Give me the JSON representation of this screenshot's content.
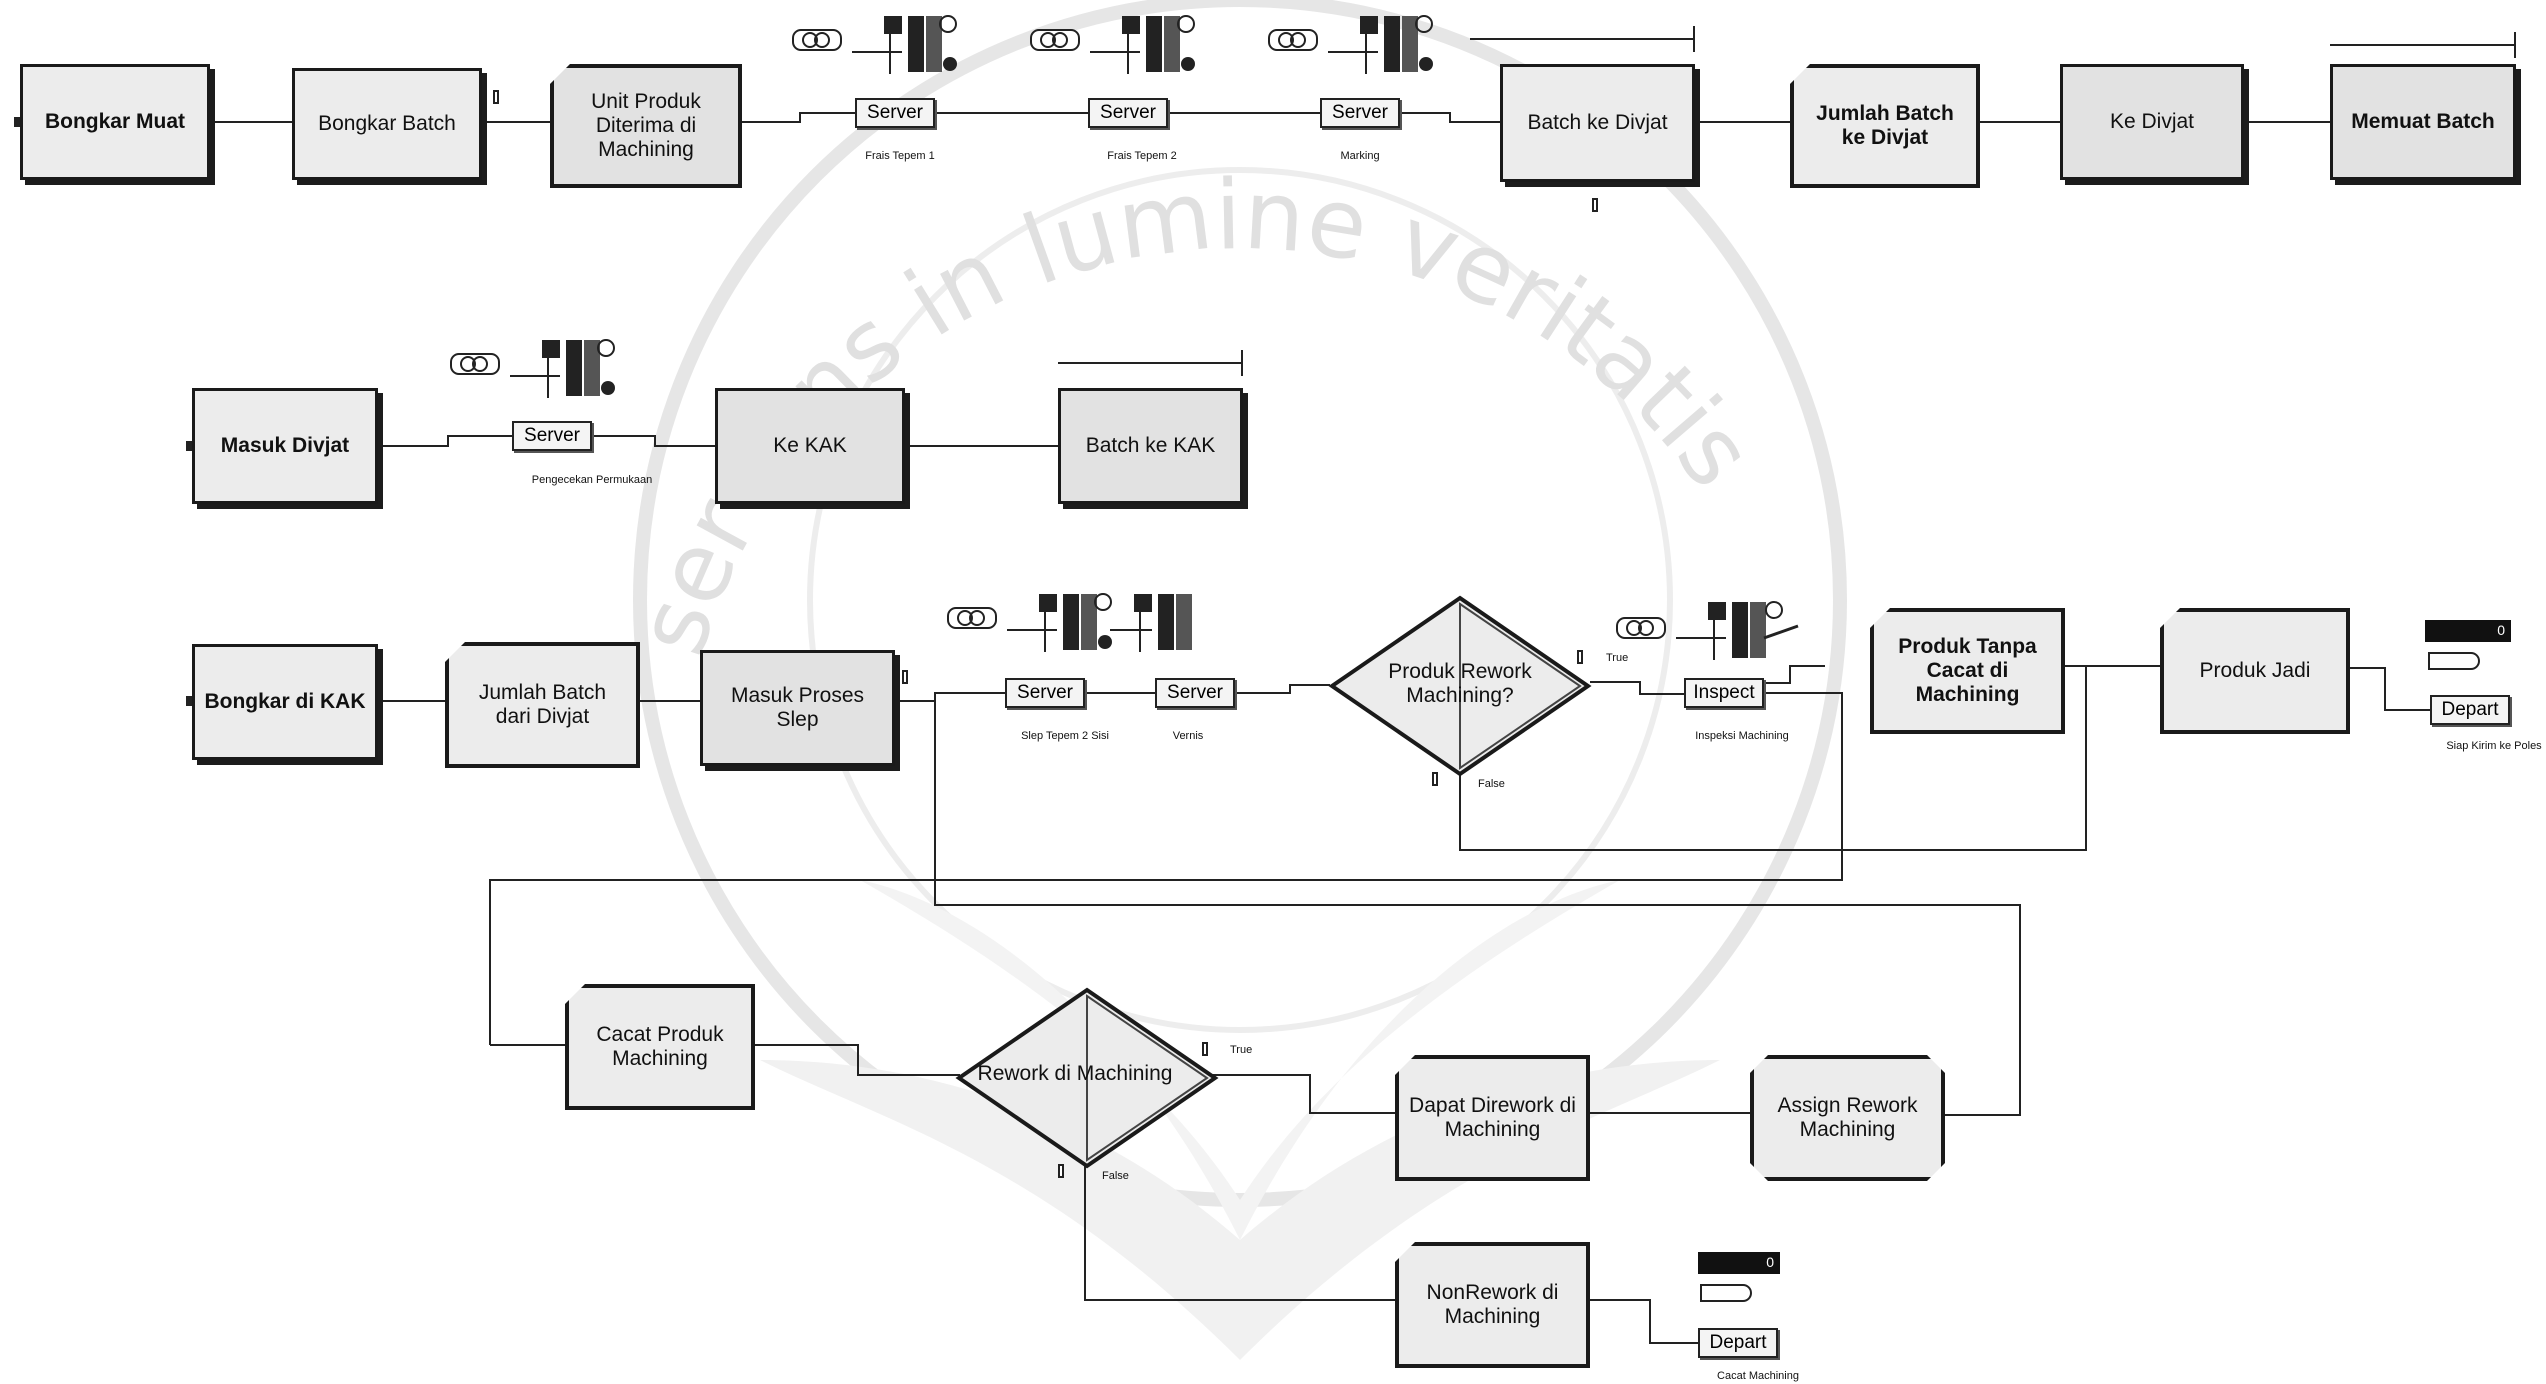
{
  "nodes": {
    "bongkar_muat": "Bongkar Muat",
    "bongkar_batch": "Bongkar Batch",
    "unit_produk": "Unit Produk\nDiterima di\nMachining",
    "batch_ke_divjat": "Batch ke Divjat",
    "jumlah_batch_ke_divjat": "Jumlah Batch\nke Divjat",
    "ke_divjat": "Ke Divjat",
    "memuat_batch": "Memuat Batch",
    "masuk_divjat": "Masuk Divjat",
    "ke_kak": "Ke KAK",
    "batch_ke_kak": "Batch ke KAK",
    "bongkar_di_kak": "Bongkar di KAK",
    "jumlah_batch_dari_divjat": "Jumlah Batch\ndari Divjat",
    "masuk_proses_slep": "Masuk Proses\nSlep",
    "produk_rework": "Produk Rework\nMachining?",
    "produk_tanpa_cacat": "Produk Tanpa\nCacat di\nMachining",
    "produk_jadi": "Produk Jadi",
    "cacat_produk": "Cacat Produk\nMachining",
    "rework_di_machining": "Rework di Machining",
    "dapat_dirework": "Dapat Dirework di\nMachining",
    "assign_rework": "Assign Rework\nMachining",
    "nonrework": "NonRework di\nMachining"
  },
  "servers": {
    "label": "Server",
    "inspect": "Inspect",
    "depart": "Depart"
  },
  "captions": {
    "frais_1": "Frais Tepem 1",
    "frais_2": "Frais Tepem 2",
    "marking": "Marking",
    "pengecekan": "Pengecekan Permukaan",
    "slep": "Slep Tepem 2 Sisi",
    "vernis": "Vernis",
    "inspeksi": "Inspeksi Machining",
    "siap_kirim": "Siap Kirim ke Poles",
    "cacat_machining": "Cacat Machining"
  },
  "branches": {
    "true": "True",
    "false": "False"
  },
  "counters": {
    "siap_kirim": "0",
    "cacat": "0"
  },
  "watermark": {
    "motto": "servens in lumine veritatis"
  },
  "colors": {
    "box_fill": "#ececec",
    "border": "#1a1a1a",
    "watermark": "#d9d9d9"
  }
}
